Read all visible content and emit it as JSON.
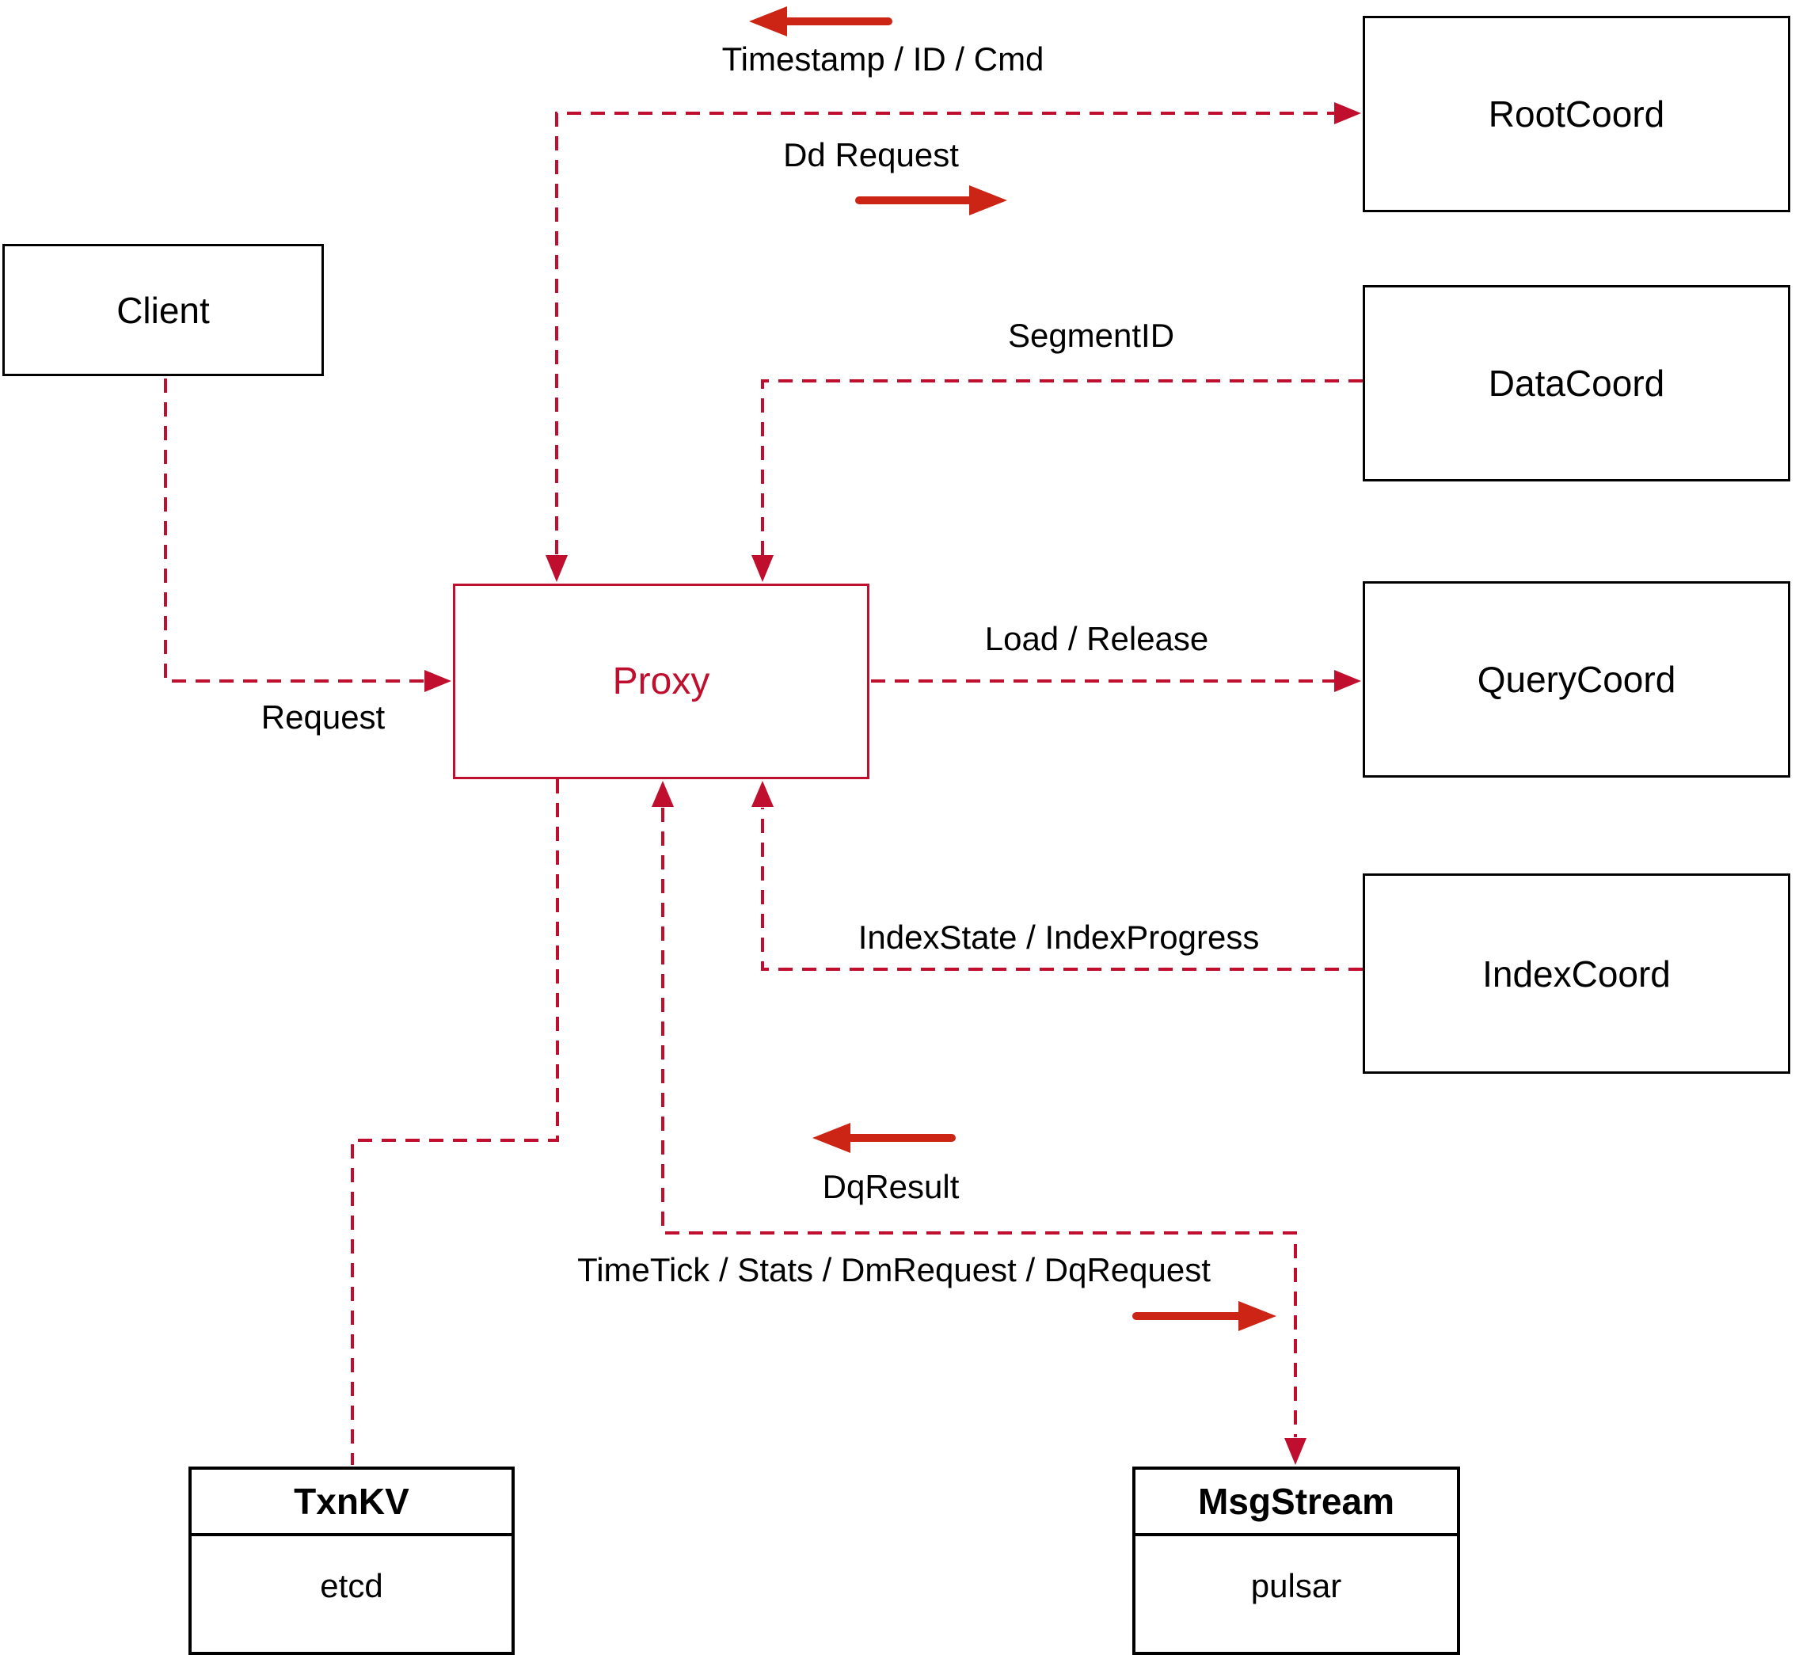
{
  "colors": {
    "dashed_connector": "#c00f2e",
    "solid_arrow": "#cc2415",
    "node_border": "#000000",
    "proxy_accent": "#c00f2e",
    "text": "#000000",
    "background": "#ffffff"
  },
  "nodes": {
    "client": {
      "label": "Client"
    },
    "proxy": {
      "label": "Proxy"
    },
    "root_coord": {
      "label": "RootCoord"
    },
    "data_coord": {
      "label": "DataCoord"
    },
    "query_coord": {
      "label": "QueryCoord"
    },
    "index_coord": {
      "label": "IndexCoord"
    },
    "txn_kv": {
      "header": "TxnKV",
      "body": "etcd"
    },
    "msg_stream": {
      "header": "MsgStream",
      "body": "pulsar"
    }
  },
  "edge_labels": {
    "timestamp_id_cmd": "Timestamp / ID / Cmd",
    "dd_request": "Dd Request",
    "segment_id": "SegmentID",
    "request": "Request",
    "load_release": "Load / Release",
    "index_state_progress": "IndexState / IndexProgress",
    "dq_result": "DqResult",
    "timetick_stats": "TimeTick / Stats / DmRequest / DqRequest"
  },
  "edges": [
    {
      "between": "Proxy and RootCoord",
      "to_proxy": "Timestamp / ID / Cmd",
      "to_other": "Dd Request"
    },
    {
      "between": "DataCoord to Proxy",
      "to_proxy": "SegmentID"
    },
    {
      "between": "Client to Proxy",
      "to_other": "Request"
    },
    {
      "between": "Proxy to QueryCoord",
      "to_other": "Load / Release"
    },
    {
      "between": "IndexCoord to Proxy",
      "to_proxy": "IndexState / IndexProgress"
    },
    {
      "between": "Proxy and MsgStream",
      "to_proxy": "DqResult",
      "to_other": "TimeTick / Stats / DmRequest / DqRequest"
    },
    {
      "between": "Proxy to TxnKV",
      "to_other": ""
    }
  ]
}
